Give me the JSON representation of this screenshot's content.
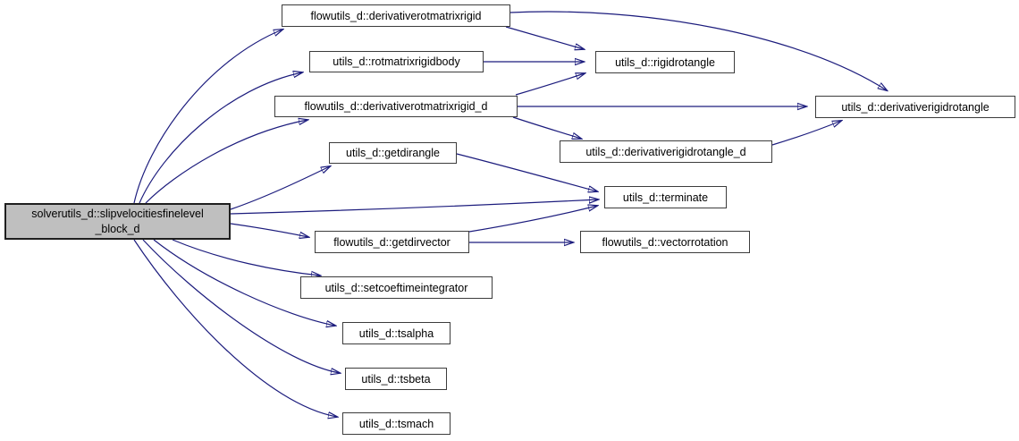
{
  "diagram": {
    "type": "call-graph",
    "background_color": "#ffffff",
    "edge_color": "#191970",
    "node_fill": "#ffffff",
    "node_border_color": "#3c3c3c",
    "root_fill": "#bfbfbf",
    "text_color": "#000000",
    "root": {
      "label": "solverutils_d::slipvelocitiesfinelevel_block_d",
      "label_line1": "solverutils_d::slipvelocitiesfinelevel",
      "label_line2": "_block_d"
    },
    "nodes": {
      "derivativerotmatrixrigid": {
        "label": "flowutils_d::derivativerotmatrixrigid"
      },
      "rotmatrixrigidbody": {
        "label": "utils_d::rotmatrixrigidbody"
      },
      "derivativerotmatrixrigid_d": {
        "label": "flowutils_d::derivativerotmatrixrigid_d"
      },
      "rigidrotangle": {
        "label": "utils_d::rigidrotangle"
      },
      "derivativerigidrotangle": {
        "label": "utils_d::derivativerigidrotangle"
      },
      "derivativerigidrotangle_d": {
        "label": "utils_d::derivativerigidrotangle_d"
      },
      "getdirangle": {
        "label": "utils_d::getdirangle"
      },
      "terminate": {
        "label": "utils_d::terminate"
      },
      "getdirvector": {
        "label": "flowutils_d::getdirvector"
      },
      "vectorrotation": {
        "label": "flowutils_d::vectorrotation"
      },
      "setcoeftimeintegrator": {
        "label": "utils_d::setcoeftimeintegrator"
      },
      "tsalpha": {
        "label": "utils_d::tsalpha"
      },
      "tsbeta": {
        "label": "utils_d::tsbeta"
      },
      "tsmach": {
        "label": "utils_d::tsmach"
      }
    },
    "edges": [
      {
        "from": "solverutils_d::slipvelocitiesfinelevel_block_d",
        "to": "flowutils_d::derivativerotmatrixrigid"
      },
      {
        "from": "solverutils_d::slipvelocitiesfinelevel_block_d",
        "to": "utils_d::rotmatrixrigidbody"
      },
      {
        "from": "solverutils_d::slipvelocitiesfinelevel_block_d",
        "to": "flowutils_d::derivativerotmatrixrigid_d"
      },
      {
        "from": "solverutils_d::slipvelocitiesfinelevel_block_d",
        "to": "utils_d::getdirangle"
      },
      {
        "from": "solverutils_d::slipvelocitiesfinelevel_block_d",
        "to": "utils_d::terminate"
      },
      {
        "from": "solverutils_d::slipvelocitiesfinelevel_block_d",
        "to": "flowutils_d::getdirvector"
      },
      {
        "from": "solverutils_d::slipvelocitiesfinelevel_block_d",
        "to": "utils_d::setcoeftimeintegrator"
      },
      {
        "from": "solverutils_d::slipvelocitiesfinelevel_block_d",
        "to": "utils_d::tsalpha"
      },
      {
        "from": "solverutils_d::slipvelocitiesfinelevel_block_d",
        "to": "utils_d::tsbeta"
      },
      {
        "from": "solverutils_d::slipvelocitiesfinelevel_block_d",
        "to": "utils_d::tsmach"
      },
      {
        "from": "flowutils_d::derivativerotmatrixrigid",
        "to": "utils_d::rigidrotangle"
      },
      {
        "from": "flowutils_d::derivativerotmatrixrigid",
        "to": "utils_d::derivativerigidrotangle"
      },
      {
        "from": "utils_d::rotmatrixrigidbody",
        "to": "utils_d::rigidrotangle"
      },
      {
        "from": "flowutils_d::derivativerotmatrixrigid_d",
        "to": "utils_d::rigidrotangle"
      },
      {
        "from": "flowutils_d::derivativerotmatrixrigid_d",
        "to": "utils_d::derivativerigidrotangle"
      },
      {
        "from": "flowutils_d::derivativerotmatrixrigid_d",
        "to": "utils_d::derivativerigidrotangle_d"
      },
      {
        "from": "utils_d::derivativerigidrotangle_d",
        "to": "utils_d::derivativerigidrotangle"
      },
      {
        "from": "utils_d::getdirangle",
        "to": "utils_d::terminate"
      },
      {
        "from": "flowutils_d::getdirvector",
        "to": "utils_d::terminate"
      },
      {
        "from": "flowutils_d::getdirvector",
        "to": "flowutils_d::vectorrotation"
      }
    ]
  }
}
